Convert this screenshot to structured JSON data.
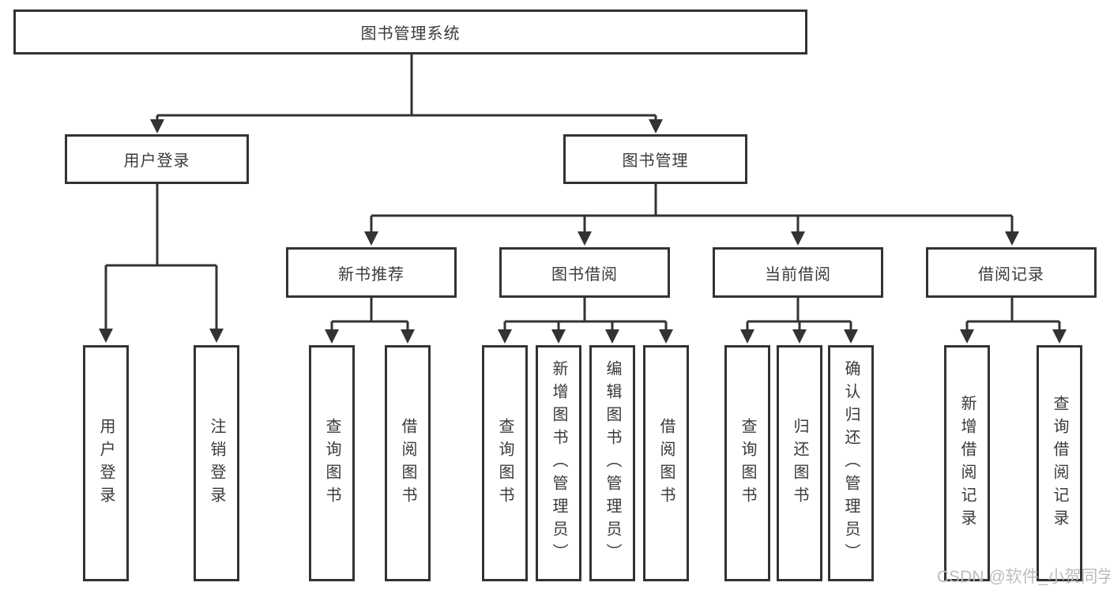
{
  "tree": {
    "root": "图书管理系统",
    "branches": [
      {
        "label": "用户登录",
        "children": [
          "用户登录",
          "注销登录"
        ]
      },
      {
        "label": "图书管理",
        "groups": [
          {
            "label": "新书推荐",
            "children": [
              "查询图书",
              "借阅图书"
            ]
          },
          {
            "label": "图书借阅",
            "children": [
              "查询图书",
              "新增图书（管理员）",
              "编辑图书（管理员）",
              "借阅图书"
            ]
          },
          {
            "label": "当前借阅",
            "children": [
              "查询图书",
              "归还图书",
              "确认归还（管理员）"
            ]
          },
          {
            "label": "借阅记录",
            "children": [
              "新增借阅记录",
              "查询借阅记录"
            ]
          }
        ]
      }
    ]
  },
  "watermark": "CSDN @软件_小贺同学",
  "colors": {
    "line": "#333333",
    "text": "#3a3a3a",
    "watermark": "#bcbcbc",
    "background": "#ffffff"
  }
}
